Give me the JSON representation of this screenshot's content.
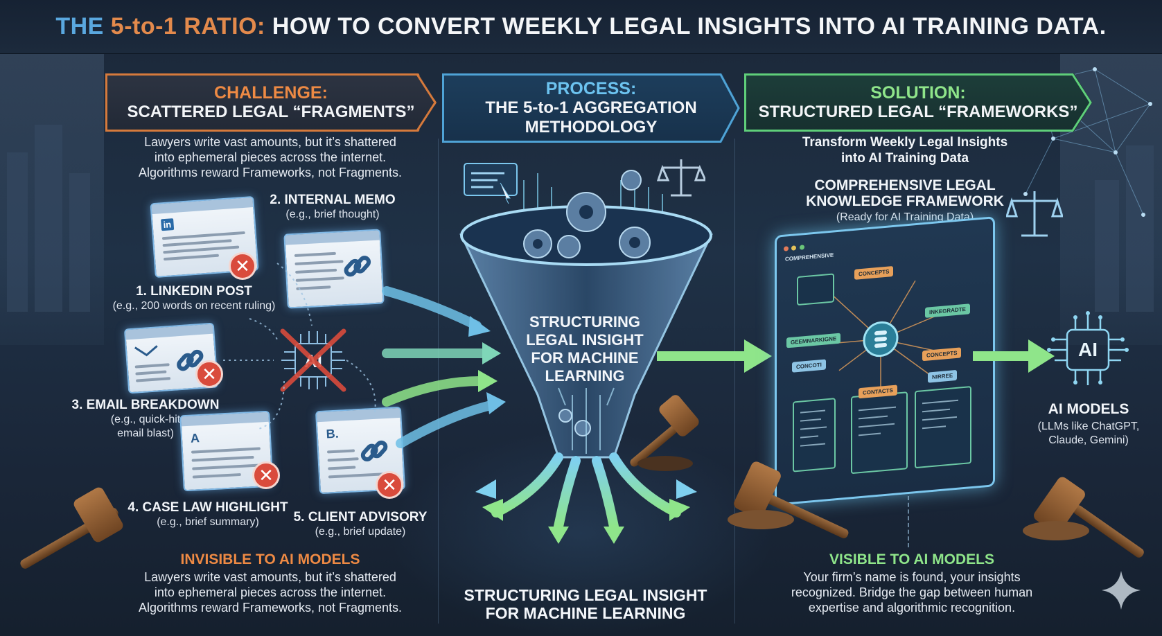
{
  "title": {
    "part1": "THE",
    "part2": "5-to-1 RATIO:",
    "part3": "HOW TO CONVERT WEEKLY LEGAL INSIGHTS INTO AI TRAINING DATA."
  },
  "challenge": {
    "kicker": "CHALLENGE:",
    "heading": "SCATTERED LEGAL “FRAGMENTS”",
    "description": [
      "Lawyers write vast amounts, but it’s shattered",
      "into ephemeral pieces across the internet.",
      "Algorithms reward Frameworks, not Fragments."
    ],
    "fragments": [
      {
        "title": "1. LINKEDIN POST",
        "example": "(e.g., 200 words on recent ruling)",
        "glyph": "in"
      },
      {
        "title": "2. INTERNAL MEMO",
        "example": "(e.g., brief thought)",
        "glyph": ""
      },
      {
        "title": "3. EMAIL BREAKDOWN",
        "example": [
          "(e.g., quick-hit",
          "email blast)"
        ],
        "glyph": ""
      },
      {
        "title": "4. CASE LAW HIGHLIGHT",
        "example": "(e.g., brief summary)",
        "glyph": "A"
      },
      {
        "title": "5. CLIENT ADVISORY",
        "example": "(e.g., brief update)",
        "glyph": "B."
      }
    ],
    "chip_label": "AI",
    "footer_title": "INVISIBLE TO AI MODELS",
    "footer_text": [
      "Lawyers write vast amounts, but it’s shattered",
      "into ephemeral pieces across the internet.",
      "Algorithms reward Frameworks, not Fragments."
    ],
    "badge_symbol": "✕"
  },
  "process": {
    "kicker": "PROCESS:",
    "heading": [
      "THE 5-to-1 AGGREGATION",
      "METHODOLOGY"
    ],
    "funnel_label": [
      "STRUCTURING",
      "LEGAL INSIGHT",
      "FOR MACHINE",
      "LEARNING"
    ],
    "footer": [
      "STRUCTURING LEGAL INSIGHT",
      "FOR MACHINE LEARNING"
    ]
  },
  "solution": {
    "kicker": "SOLUTION:",
    "heading": "STRUCTURED LEGAL “FRAMEWORKS”",
    "tagline": [
      "Transform Weekly Legal Insights",
      "into AI Training Data"
    ],
    "framework_title": [
      "COMPREHENSIVE LEGAL",
      "KNOWLEDGE FRAMEWORK"
    ],
    "framework_sub": "(Ready for AI Training Data)",
    "screen": {
      "heading": "COMPREHENSIVE",
      "nodes": [
        "CONCEPTS",
        "INKEGRADTE",
        "GEEMNARKIGNE",
        "CONCEPTS",
        "CONCOTI",
        "NIRREE",
        "CONTACTS"
      ]
    },
    "ai_models_label": "AI",
    "ai_models_title": "AI MODELS",
    "ai_models_sub": [
      "(LLMs like ChatGPT,",
      "Claude, Gemini)"
    ],
    "footer_title": "VISIBLE TO AI MODELS",
    "footer_text": [
      "Your firm’s name is found, your insights",
      "recognized. Bridge the gap between human",
      "expertise and algorithmic recognition."
    ]
  },
  "colors": {
    "challenge_accent": "#ee8a44",
    "process_accent": "#6cc3f0",
    "solution_accent": "#8fe58a",
    "reject_red": "#d94b3c",
    "glow_blue": "#7cc7ee"
  },
  "icons": [
    "linkedin-icon",
    "link-icon",
    "envelope-icon",
    "ai-chip-icon",
    "gear-icon",
    "scales-icon",
    "gavel-icon",
    "sparkle-icon",
    "cursor-icon"
  ]
}
